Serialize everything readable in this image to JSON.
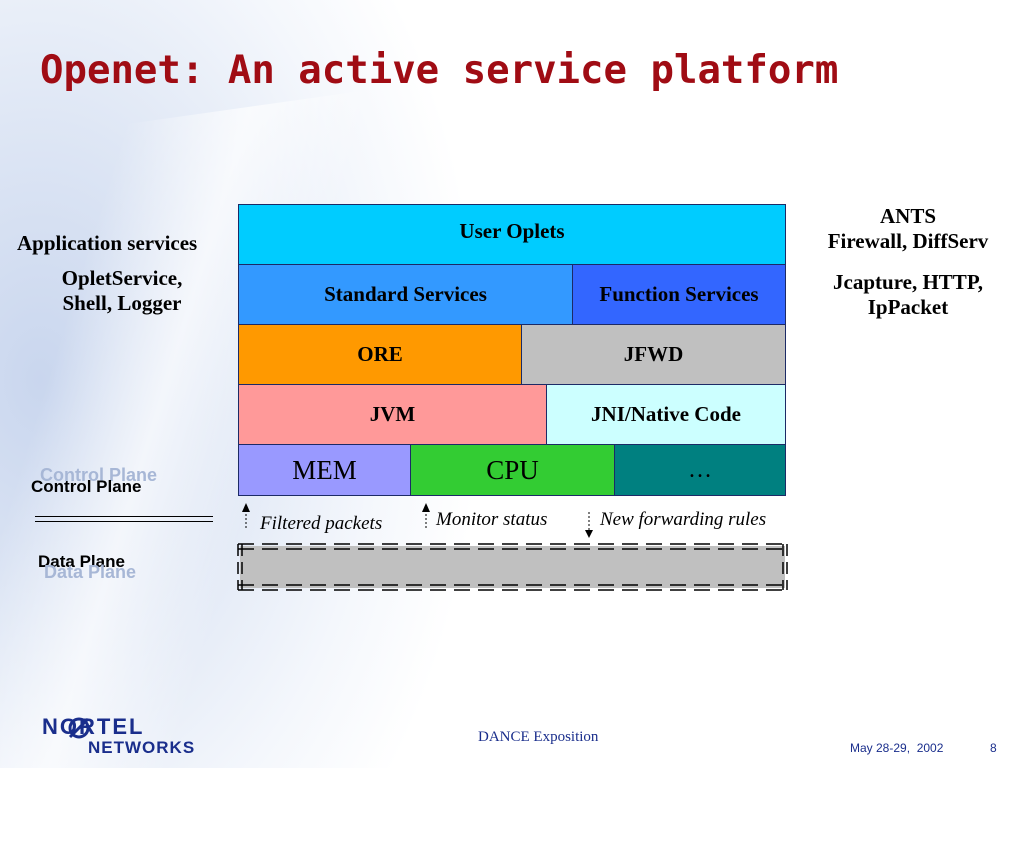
{
  "title": "Openet: An active service platform",
  "stack": {
    "user_oplets": "User Oplets",
    "standard_services": "Standard Services",
    "function_services": "Function Services",
    "ore": "ORE",
    "jfwd": "JFWD",
    "jvm": "JVM",
    "jni": "JNI/Native Code",
    "mem": "MEM",
    "cpu": "CPU",
    "more": "…"
  },
  "left_labels": {
    "app_services": "Application services",
    "oplet_line1": "OpletService,",
    "oplet_line2": "Shell, Logger",
    "control_shadow": "Control Plane",
    "control": "Control Plane",
    "data": "Data Plane",
    "data_shadow": "Data Plane"
  },
  "right_labels": {
    "ants": "ANTS",
    "firewall": "Firewall, DiffServ",
    "jcapture": "Jcapture, HTTP,",
    "ippacket": "IpPacket"
  },
  "arrows": {
    "filtered": "Filtered packets",
    "monitor": "Monitor status",
    "forwarding": "New forwarding rules"
  },
  "footer": {
    "logo_top": "NORTEL",
    "logo_bottom": "NETWORKS",
    "center": "DANCE Exposition",
    "date": "May 28-29,  2002",
    "page": "8"
  },
  "colors": {
    "title": "#a00c14",
    "user_oplets": "#00ccff",
    "standard_services": "#3399ff",
    "function_services": "#3366ff",
    "ore": "#ff9900",
    "jfwd": "#c0c0c0",
    "jvm": "#ff9999",
    "jni": "#ccffff",
    "mem": "#9999ff",
    "cpu": "#33cc33",
    "more": "#008080",
    "data_plane": "#c0c0c0"
  }
}
